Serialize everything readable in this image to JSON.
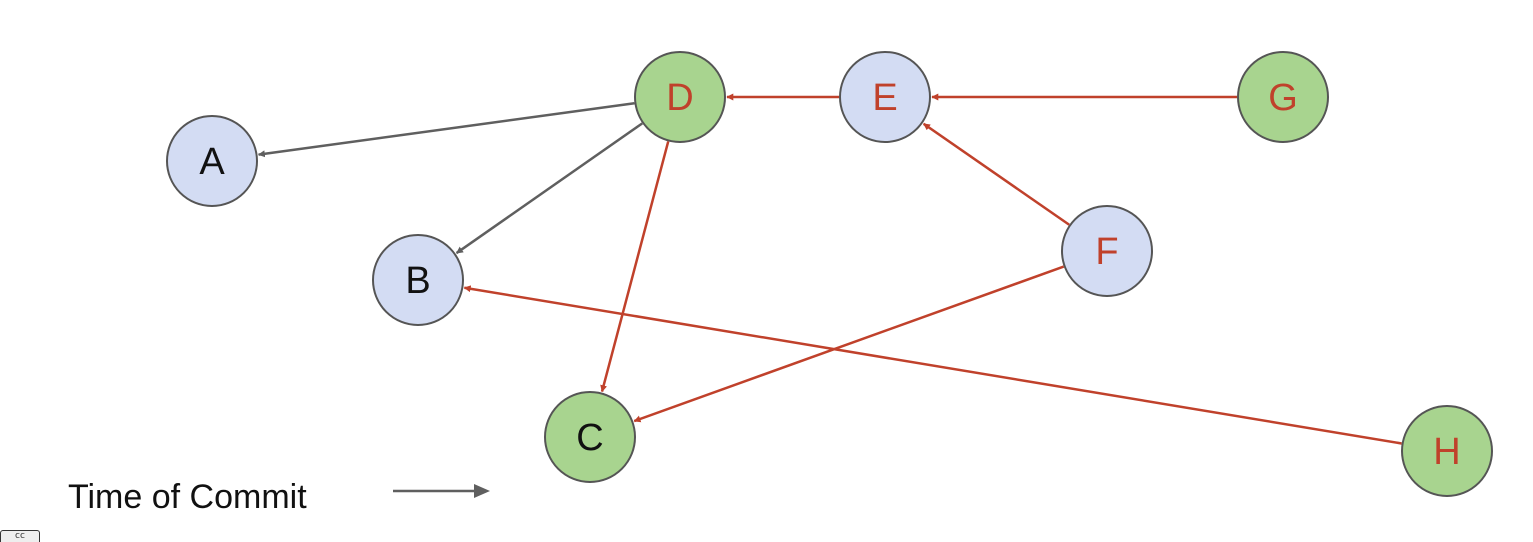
{
  "colors": {
    "blue_fill": "#d3dcf3",
    "green_fill": "#a8d48f",
    "node_stroke": "#555555",
    "edge_gray": "#5f5f5f",
    "edge_red": "#c0412b",
    "label_dark": "#111111",
    "label_red": "#c0412b"
  },
  "nodes": [
    {
      "id": "A",
      "label": "A",
      "fill": "blue",
      "text": "dark"
    },
    {
      "id": "B",
      "label": "B",
      "fill": "blue",
      "text": "dark"
    },
    {
      "id": "C",
      "label": "C",
      "fill": "green",
      "text": "dark"
    },
    {
      "id": "D",
      "label": "D",
      "fill": "green",
      "text": "red"
    },
    {
      "id": "E",
      "label": "E",
      "fill": "blue",
      "text": "red"
    },
    {
      "id": "F",
      "label": "F",
      "fill": "blue",
      "text": "red"
    },
    {
      "id": "G",
      "label": "G",
      "fill": "green",
      "text": "red"
    },
    {
      "id": "H",
      "label": "H",
      "fill": "green",
      "text": "red"
    }
  ],
  "edges": [
    {
      "from": "D",
      "to": "A",
      "color": "gray"
    },
    {
      "from": "D",
      "to": "B",
      "color": "gray"
    },
    {
      "from": "E",
      "to": "D",
      "color": "red"
    },
    {
      "from": "G",
      "to": "E",
      "color": "red"
    },
    {
      "from": "F",
      "to": "E",
      "color": "red"
    },
    {
      "from": "D",
      "to": "C",
      "color": "red"
    },
    {
      "from": "F",
      "to": "C",
      "color": "red"
    },
    {
      "from": "H",
      "to": "B",
      "color": "red"
    }
  ],
  "caption": {
    "text": "Time of Commit",
    "arrow_icon": "right-arrow-icon"
  },
  "badge": {
    "icon": "creative-commons-icon",
    "text": "cc"
  }
}
